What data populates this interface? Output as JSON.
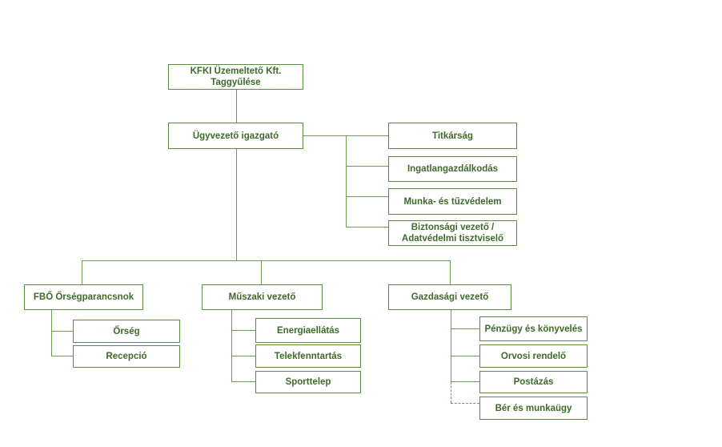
{
  "colors": {
    "border": "#5f8c43",
    "text": "#3e6a2a",
    "line": "#6d9a52"
  },
  "org": {
    "assembly": "KFKI Üzemeltető Kft. Taggyűlése",
    "ceo": "Ügyvezető igazgató",
    "staff": [
      "Titkárság",
      "Ingatlangazdálkodás",
      "Munka- és tűzvédelem",
      "Biztonsági vezető / Adatvédelmi tisztviselő"
    ],
    "divisions": [
      {
        "label": "FBŐ Őrségparancsnok",
        "units": [
          "Őrség",
          "Recepció"
        ]
      },
      {
        "label": "Műszaki vezető",
        "units": [
          "Energiaellátás",
          "Telekfenntartás",
          "Sporttelep"
        ]
      },
      {
        "label": "Gazdasági vezető",
        "units": [
          "Pénzügy és könyvelés",
          "Orvosi rendelő",
          "Postázás",
          "Bér és munkaügy"
        ]
      }
    ]
  }
}
